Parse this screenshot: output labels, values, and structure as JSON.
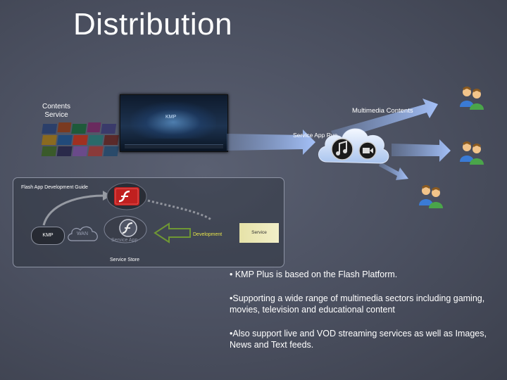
{
  "slide": {
    "title": "Distribution",
    "labels": {
      "contents_service": "Contents Service",
      "multimedia_contents": "Multimedia Contents",
      "service_app_run": "Service App Run",
      "flash_app_guide": "Flash App Development Guide",
      "kmp": "KMP",
      "wan": "WAN",
      "service_app": "Service App",
      "development": "Development",
      "service": "Service",
      "service_store": "Service Store",
      "player_logo": "KMP"
    },
    "bullets": [
      "• KMP Plus is based on the Flash Platform.",
      "•Supporting a wide range of multimedia sectors including gaming, movies, television and educational content",
      "•Also support live and VOD streaming services as well as Images, News and Text feeds."
    ]
  },
  "colors": {
    "background": "#4a4f5f",
    "arrow": "#8fb2f0",
    "green_arrow": "#9bd63a",
    "development_text": "#e8e44a",
    "service_box": "#f2efc8",
    "flash_red": "#c0201f"
  },
  "icons": [
    "users-icon",
    "cloud-icon",
    "music-note-icon",
    "video-camera-icon",
    "flash-icon",
    "flash-circle-icon",
    "wan-cloud-icon"
  ]
}
